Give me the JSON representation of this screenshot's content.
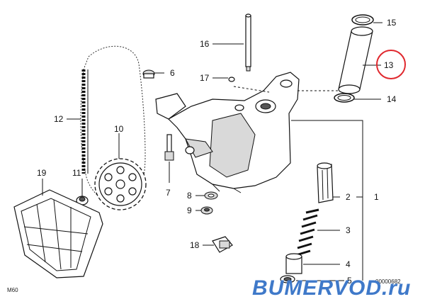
{
  "diagram": {
    "callouts": [
      {
        "id": "c1",
        "label": "1"
      },
      {
        "id": "c2",
        "label": "2"
      },
      {
        "id": "c3",
        "label": "3"
      },
      {
        "id": "c4",
        "label": "4"
      },
      {
        "id": "c5",
        "label": "5"
      },
      {
        "id": "c6",
        "label": "6"
      },
      {
        "id": "c7",
        "label": "7"
      },
      {
        "id": "c8",
        "label": "8"
      },
      {
        "id": "c9",
        "label": "9"
      },
      {
        "id": "c10",
        "label": "10"
      },
      {
        "id": "c11",
        "label": "11"
      },
      {
        "id": "c12",
        "label": "12"
      },
      {
        "id": "c13",
        "label": "13"
      },
      {
        "id": "c14",
        "label": "14"
      },
      {
        "id": "c15",
        "label": "15"
      },
      {
        "id": "c16",
        "label": "16"
      },
      {
        "id": "c17",
        "label": "17"
      },
      {
        "id": "c18",
        "label": "18"
      },
      {
        "id": "c19",
        "label": "19"
      }
    ],
    "model_code": "M60",
    "drawing_number": "00000682",
    "highlight_color": "#e0282e"
  },
  "watermark": {
    "text": "BUMERVOD.ru",
    "color": "#3f79c9"
  }
}
